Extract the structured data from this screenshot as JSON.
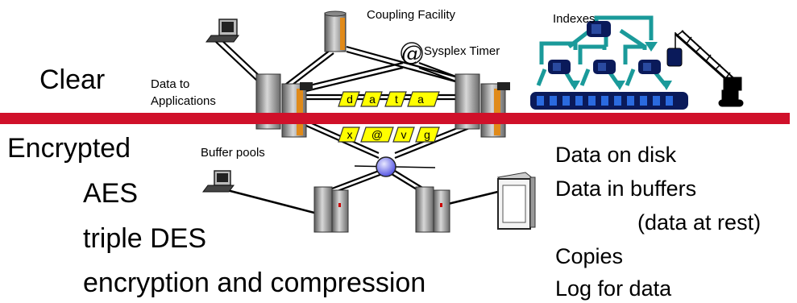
{
  "left_top_label": "Clear",
  "left_bottom_labels": [
    "Encrypted",
    "AES",
    "triple DES",
    "encryption and compression"
  ],
  "diagram_labels": {
    "coupling_facility": "Coupling Facility",
    "sysplex_timer": "Sysplex Timer",
    "indexes": "Indexes",
    "data_to_applications_line1": "Data to",
    "data_to_applications_line2": "Applications",
    "buffer_pools": "Buffer pools",
    "at_symbol": "@"
  },
  "clear_cells": [
    "d",
    "a",
    "t",
    "a"
  ],
  "encrypted_cells": [
    "x",
    "@",
    "v",
    "g"
  ],
  "right_list": [
    "Data on disk",
    "Data in buffers",
    "(data at rest)",
    "Copies",
    "Log for data"
  ],
  "colors": {
    "divider": "#d0102a",
    "cell_fill": "#ffff00",
    "hub": "#6a6aff",
    "index_teal": "#1a9a9a",
    "index_navy": "#0a1a5a"
  }
}
